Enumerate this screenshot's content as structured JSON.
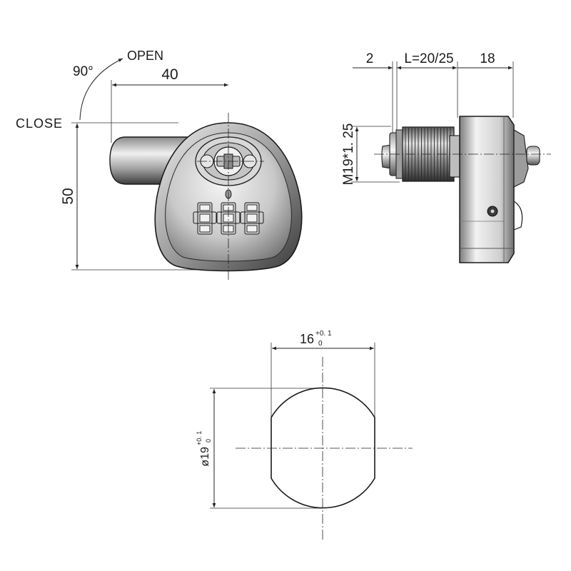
{
  "front_view": {
    "rotation_label": "90°",
    "open_label": "OPEN",
    "close_label": "CLOSE",
    "width_dim": "40",
    "height_dim": "50"
  },
  "side_view": {
    "flange_dim": "2",
    "length_dim": "L=20/25",
    "body_dim": "18",
    "thread_label": "M19*1. 25"
  },
  "cutout_view": {
    "width_dim": "16",
    "width_tol_upper": "+0. 1",
    "width_tol_lower": "0",
    "diameter_dim": "ø19",
    "diameter_tol_upper": "+0. 1",
    "diameter_tol_lower": "0"
  },
  "colors": {
    "metal_light": "#e6e6e6",
    "metal_mid": "#a8a8a8",
    "metal_dark": "#4a4a4a",
    "line": "#1a1a1a"
  }
}
